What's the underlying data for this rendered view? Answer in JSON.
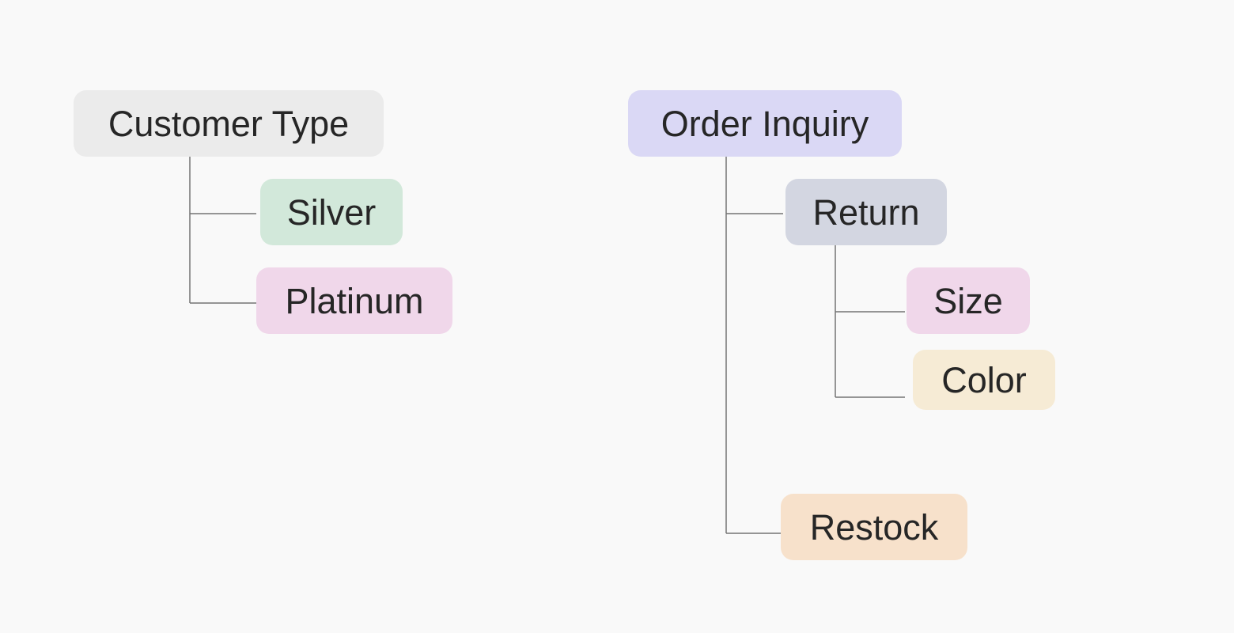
{
  "trees": [
    {
      "root": {
        "label": "Customer Type",
        "color": "#ebebeb"
      },
      "children": [
        {
          "label": "Silver",
          "color": "#d2e8da"
        },
        {
          "label": "Platinum",
          "color": "#f0d7ea"
        }
      ]
    },
    {
      "root": {
        "label": "Order Inquiry",
        "color": "#dad8f5"
      },
      "children": [
        {
          "label": "Return",
          "color": "#d3d6e1",
          "children": [
            {
              "label": "Size",
              "color": "#f0d7ea"
            },
            {
              "label": "Color",
              "color": "#f6ebd5"
            }
          ]
        },
        {
          "label": "Restock",
          "color": "#f7e1cb"
        }
      ]
    }
  ],
  "connector_color": "#747474",
  "background": "#f9f9f9"
}
